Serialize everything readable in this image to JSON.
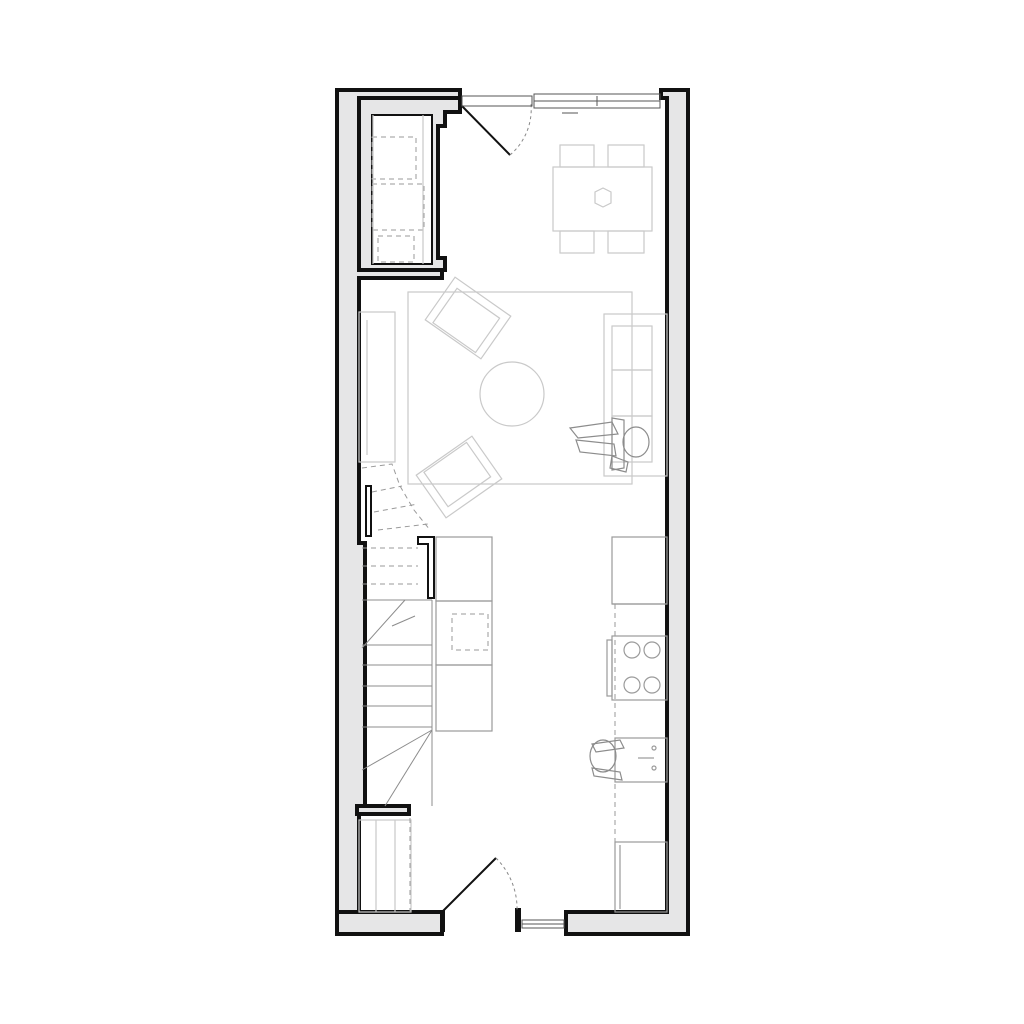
{
  "canvas": {
    "background": "#ffffff"
  },
  "colors": {
    "wall_fill": "#e6e6e7",
    "wall_stroke": "#111111",
    "furniture": "#c9c9c9",
    "hidden_line": "#9a9a9a"
  },
  "rooms": [
    "entry-closet",
    "dining-area",
    "living-area",
    "staircase",
    "kitchen",
    "front-entry"
  ],
  "labels": {}
}
